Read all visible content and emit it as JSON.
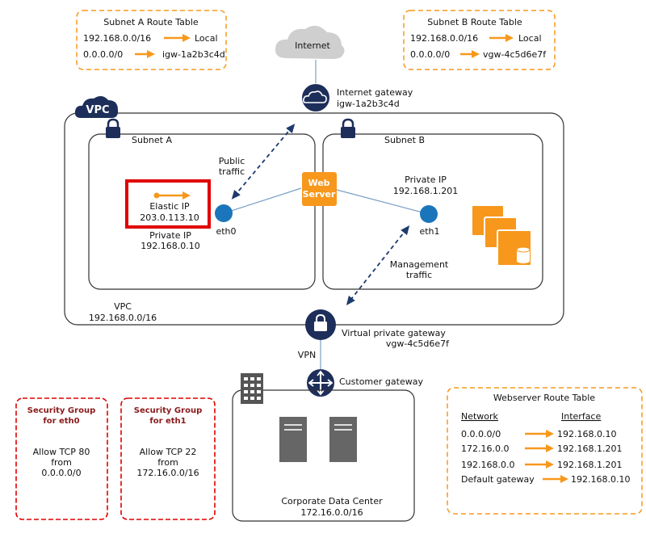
{
  "route_table_a": {
    "title": "Subnet A Route Table",
    "rows": [
      {
        "dest": "192.168.0.0/16",
        "target": "Local"
      },
      {
        "dest": "0.0.0.0/0",
        "target": "igw-1a2b3c4d"
      }
    ]
  },
  "route_table_b": {
    "title": "Subnet B Route Table",
    "rows": [
      {
        "dest": "192.168.0.0/16",
        "target": "Local"
      },
      {
        "dest": "0.0.0.0/0",
        "target": "vgw-4c5d6e7f"
      }
    ]
  },
  "internet": {
    "label": "Internet"
  },
  "igw": {
    "name": "Internet gateway",
    "id": "igw-1a2b3c4d"
  },
  "vpc": {
    "badge": "VPC",
    "label": "VPC",
    "cidr": "192.168.0.0/16"
  },
  "subnet_a": {
    "label": "Subnet A",
    "public_traffic_line1": "Public",
    "public_traffic_line2": "traffic",
    "elastic_ip_label": "Elastic IP",
    "elastic_ip": "203.0.113.10",
    "private_ip_label": "Private IP",
    "private_ip": "192.168.0.10",
    "interface": "eth0"
  },
  "subnet_b": {
    "label": "Subnet B",
    "private_ip_label": "Private IP",
    "private_ip": "192.168.1.201",
    "interface": "eth1",
    "mgmt_line1": "Management",
    "mgmt_line2": "traffic"
  },
  "web_server": {
    "line1": "Web",
    "line2": "Server"
  },
  "vgw": {
    "name": "Virtual private gateway",
    "id": "vgw-4c5d6e7f"
  },
  "vpn": {
    "label": "VPN"
  },
  "customer_gateway": {
    "label": "Customer gateway"
  },
  "data_center": {
    "name": "Corporate Data Center",
    "cidr": "172.16.0.0/16"
  },
  "sg_eth0": {
    "title1": "Security Group",
    "title2": "for eth0",
    "rule1": "Allow TCP 80",
    "rule2": "from",
    "rule3": "0.0.0.0/0"
  },
  "sg_eth1": {
    "title1": "Security Group",
    "title2": "for eth1",
    "rule1": "Allow TCP 22",
    "rule2": "from",
    "rule3": "172.16.0.0/16"
  },
  "webserver_route_table": {
    "title": "Webserver Route Table",
    "col_network": "Network",
    "col_interface": "Interface",
    "rows": [
      {
        "network": "0.0.0.0/0",
        "iface": "192.168.0.10"
      },
      {
        "network": "172.16.0.0",
        "iface": "192.168.1.201"
      },
      {
        "network": "192.168.0.0",
        "iface": "192.168.1.201"
      },
      {
        "network": "Default gateway",
        "iface": "192.168.0.10"
      }
    ]
  },
  "colors": {
    "orange": "#f7981d",
    "navy": "#1e2e5a",
    "blue_dot": "#1b75bb",
    "red": "#e00000",
    "dark_red": "#c00000",
    "gray_cloud": "#cfcfcf",
    "dark_gray": "#555555"
  }
}
